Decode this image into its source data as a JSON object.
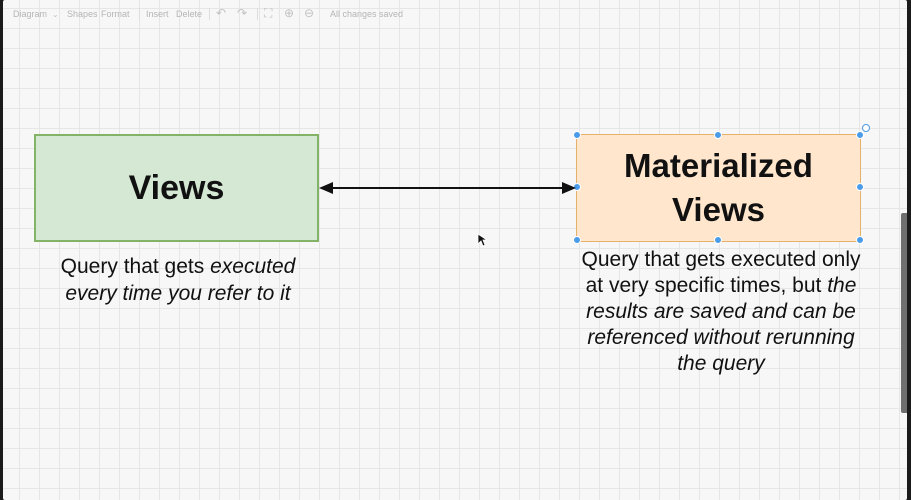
{
  "toolbar": {
    "menus": [
      "Diagram",
      "Shapes",
      "Format"
    ],
    "actions": [
      "Insert",
      "Delete"
    ],
    "status": "All changes saved"
  },
  "diagram": {
    "views_box": {
      "label": "Views",
      "fill": "#d5e8d4",
      "stroke": "#82b366"
    },
    "materialized_box": {
      "label_line1": "Materialized",
      "label_line2": "Views",
      "fill": "#ffe6cc",
      "stroke": "#e5b06a",
      "selected": true
    },
    "connector": {
      "type": "double-arrow"
    },
    "views_caption": {
      "normal": "Query that gets ",
      "italic1": "executed",
      "italic2": "every time you refer to it"
    },
    "materialized_caption": {
      "line1": "Query that gets executed only",
      "line2_normal": "at very specific times, but ",
      "line2_italic": "the",
      "line3": "results are saved and can be",
      "line4": "referenced without rerunning",
      "line5": "the query"
    }
  },
  "colors": {
    "selection": "#4a9be8",
    "canvas": "#f7f7f7",
    "grid": "#e6e6e6"
  }
}
